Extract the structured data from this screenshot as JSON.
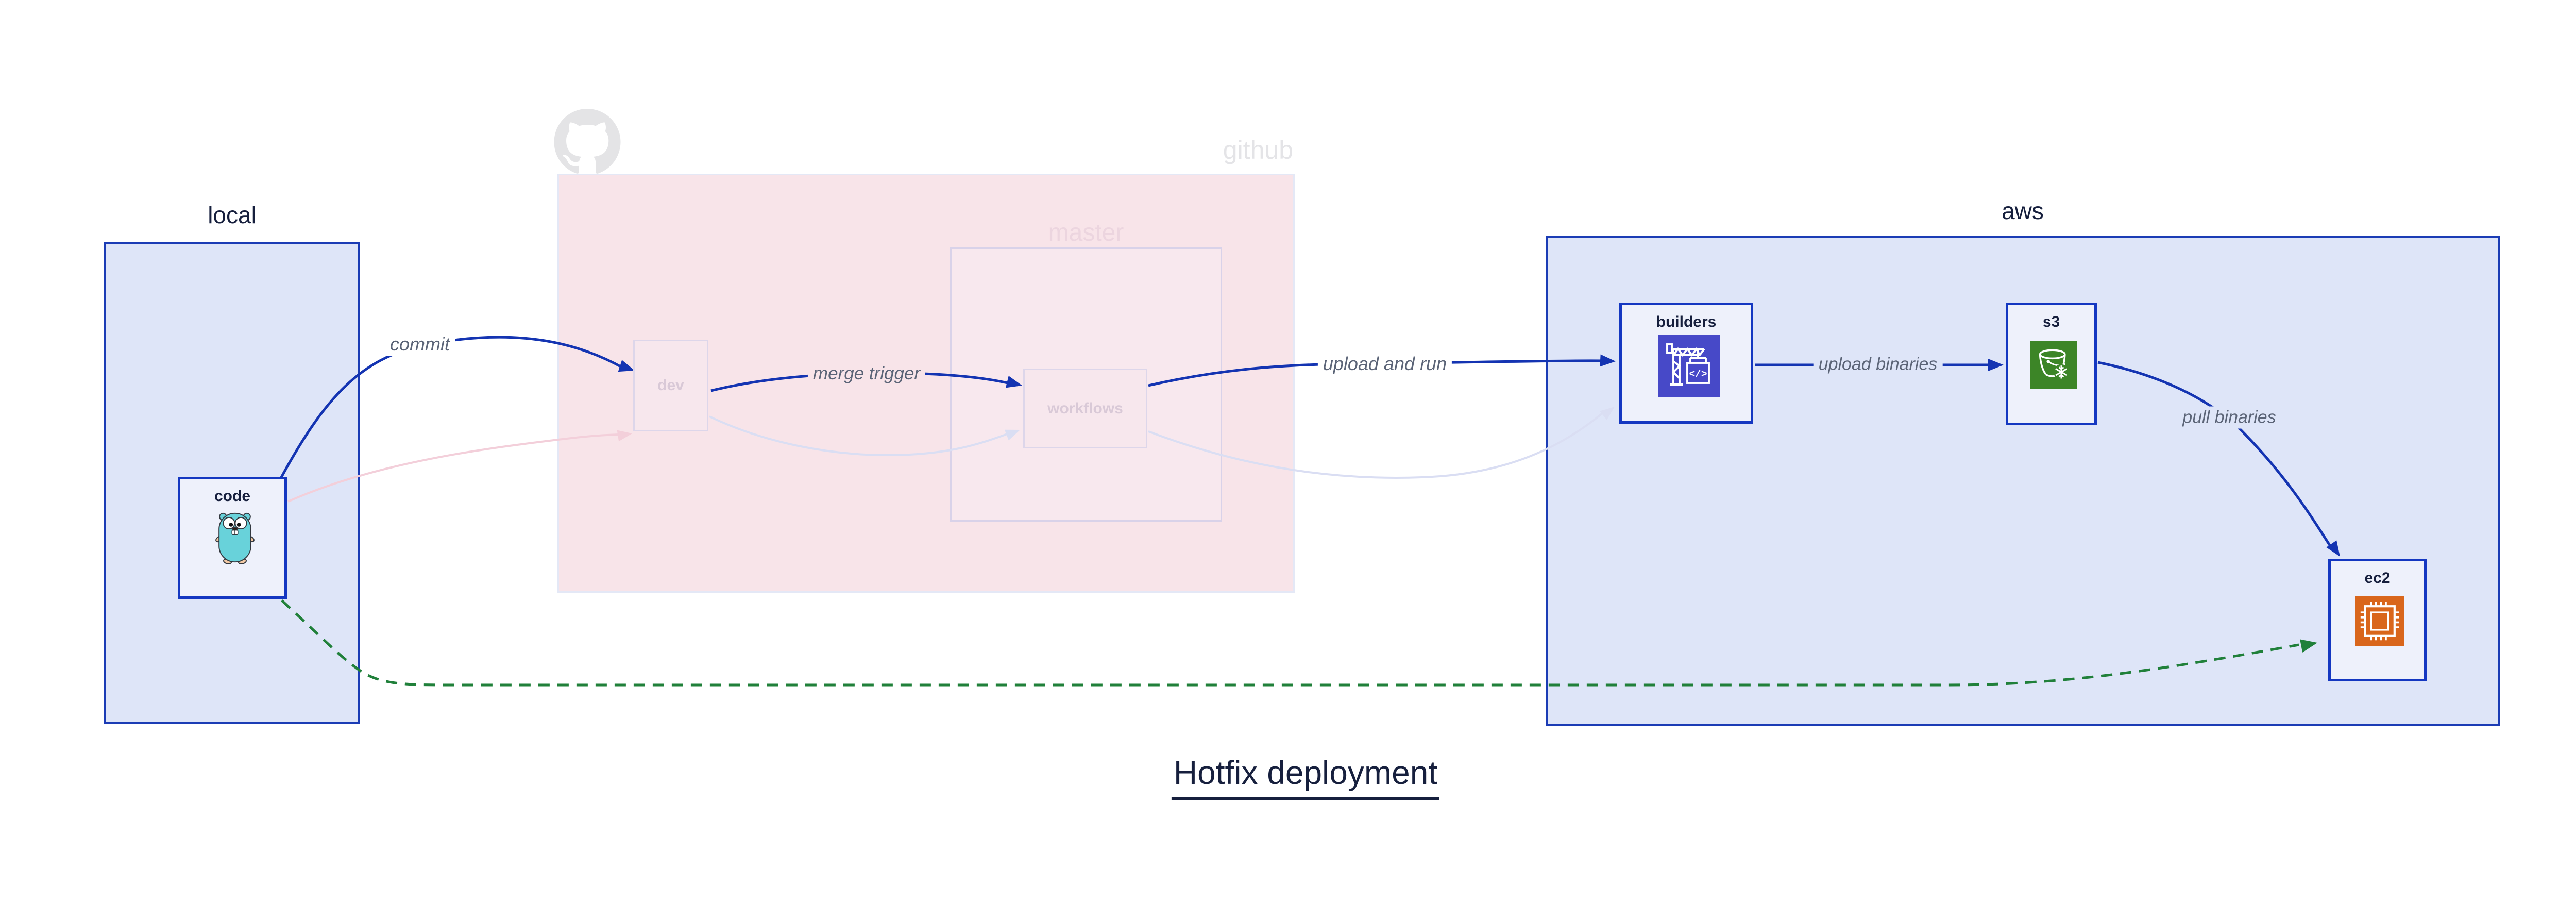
{
  "title": {
    "text": "Hotfix deployment"
  },
  "regions": {
    "local": {
      "label": "local"
    },
    "github": {
      "label": "github"
    },
    "master": {
      "label": "master"
    },
    "aws": {
      "label": "aws"
    }
  },
  "nodes": {
    "code": {
      "label": "code",
      "icon": "go-gopher-icon"
    },
    "dev": {
      "label": "dev"
    },
    "workflows": {
      "label": "workflows"
    },
    "builders": {
      "label": "builders",
      "icon": "aws-codebuild-icon"
    },
    "s3": {
      "label": "s3",
      "icon": "aws-s3-glacier-icon"
    },
    "ec2": {
      "label": "ec2",
      "icon": "aws-ec2-chip-icon"
    }
  },
  "edges": [
    {
      "id": "commit",
      "from": "code",
      "to": "dev",
      "label": "commit",
      "style": "solid-blue"
    },
    {
      "id": "merge-trigger",
      "from": "dev",
      "to": "workflows",
      "label": "merge trigger",
      "style": "solid-blue"
    },
    {
      "id": "upload-and-run",
      "from": "workflows",
      "to": "builders",
      "label": "upload and run",
      "style": "solid-blue"
    },
    {
      "id": "upload-binaries",
      "from": "builders",
      "to": "s3",
      "label": "upload binaries",
      "style": "solid-blue"
    },
    {
      "id": "pull-binaries",
      "from": "s3",
      "to": "ec2",
      "label": "pull binaries",
      "style": "solid-blue"
    },
    {
      "id": "hotfix-shortcut",
      "from": "code",
      "to": "ec2",
      "label": "",
      "style": "dashed-green"
    },
    {
      "id": "faded-commit",
      "from": "code",
      "to": "dev",
      "label": "",
      "style": "faded-pink"
    },
    {
      "id": "faded-merge",
      "from": "dev",
      "to": "workflows",
      "label": "",
      "style": "faded-lavender"
    },
    {
      "id": "faded-upload",
      "from": "workflows",
      "to": "builders",
      "label": "",
      "style": "faded-lavender"
    }
  ],
  "colors": {
    "region_blue_fill": "#dee5f8",
    "region_blue_border": "#1b3cb5",
    "node_fill": "#eef1fb",
    "node_border": "#1437c1",
    "github_fill": "#f8e4e9",
    "github_border": "#e4e8f6",
    "master_fill": "#f8e8ee",
    "master_border": "#d9d2e9",
    "faded_node_fill": "#f7e7ed",
    "faded_node_border": "#ddd6ea",
    "faded_node_text": "#d9c9d7",
    "github_text": "#e4e4e7",
    "master_text": "#ecd5df",
    "dark_text": "#161f3d",
    "edge_label_text": "#5b6477",
    "edge_blue": "#1434b2",
    "edge_green": "#20803a",
    "edge_faded_pink": "#f3cfda",
    "edge_faded_lavender": "#dadef3",
    "octocat_gray": "#e4e4e6",
    "gopher_body": "#68d2da",
    "gopher_skin": "#f2c9a4",
    "icon_codebuild_bg": "#4749c8",
    "icon_s3_bg": "#3c8527",
    "icon_ec2_bg": "#d9661b"
  }
}
